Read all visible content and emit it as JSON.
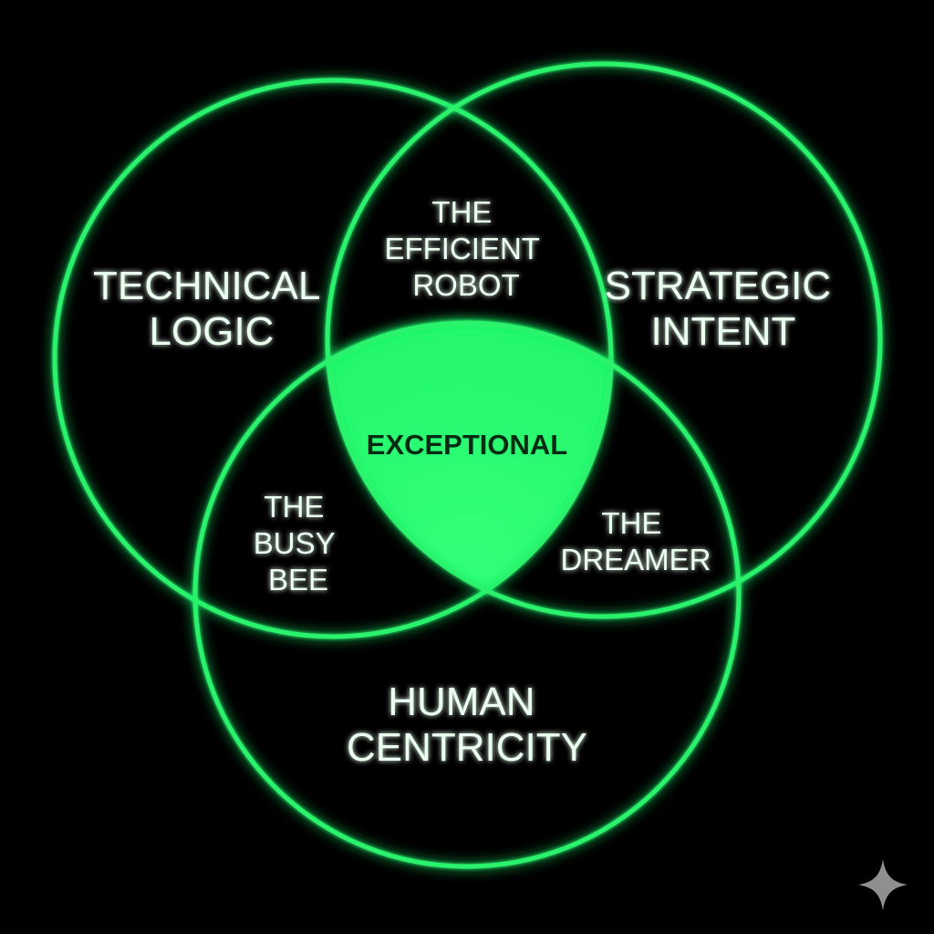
{
  "colors": {
    "background": "#000000",
    "ring": "#2af26c",
    "center_fill": "#1ff566",
    "label": "#eafff0",
    "center_text": "#052b12",
    "glow": "#1aff5e",
    "watermark": "#8f8f8f"
  },
  "circles": {
    "technical": {
      "lines": [
        "TECHNICAL",
        "LOGIC"
      ]
    },
    "strategic": {
      "lines": [
        "STRATEGIC",
        "INTENT"
      ]
    },
    "human": {
      "lines": [
        "HUMAN",
        "CENTRICITY"
      ]
    }
  },
  "regions": {
    "technical_strategic": {
      "lines": [
        "THE",
        "EFFICIENT",
        "ROBOT"
      ]
    },
    "technical_human": {
      "lines": [
        "THE",
        "BUSY",
        "BEE"
      ]
    },
    "strategic_human": {
      "lines": [
        "THE",
        "DREAMER"
      ]
    },
    "center": {
      "label": "EXCEPTIONAL"
    }
  },
  "watermark": {
    "icon": "sparkle-icon"
  }
}
